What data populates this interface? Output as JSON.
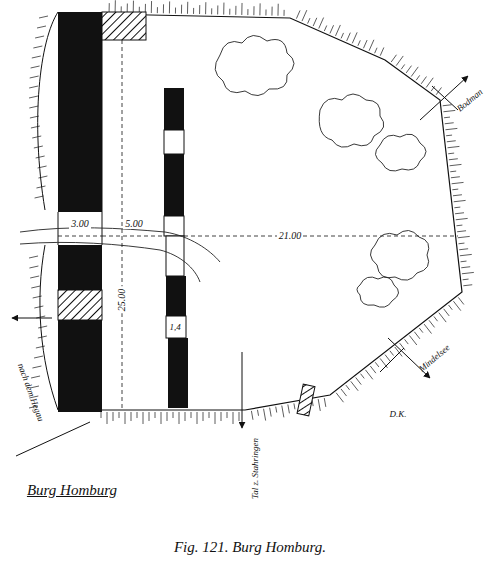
{
  "diagram": {
    "caption": "Fig. 121.  Burg Homburg.",
    "labels": [
      "3.00",
      "5.00",
      "21.00",
      "25.00",
      "1,4",
      "Burg Homburg",
      "Bodman",
      "Mindelsee",
      "Tal z. Stahringen",
      "nach dem Hegau",
      "D.K."
    ]
  }
}
